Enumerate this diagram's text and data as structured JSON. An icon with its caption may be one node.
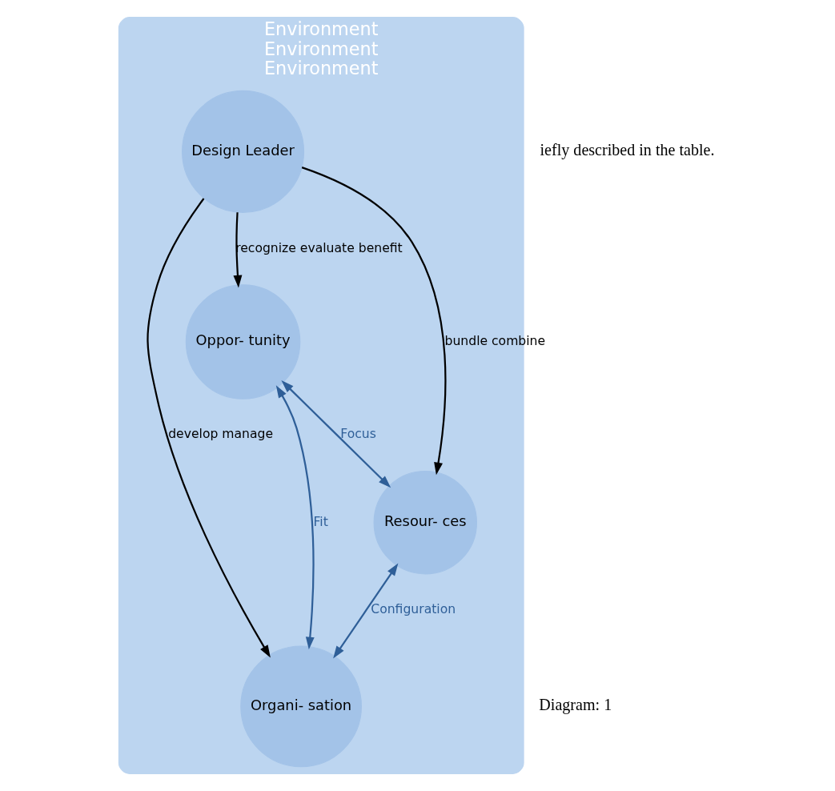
{
  "diagram": {
    "nodes": [
      {
        "text": [
          "Environment",
          "Environment",
          "Environment"
        ]
      },
      {
        "text": [
          "Oppor- tunity"
        ],
        "in": 0
      },
      {
        "text": [
          "Design Leader"
        ],
        "in": 0
      },
      {
        "text": [
          "Resour- ces"
        ],
        "in": 0
      },
      {
        "text": [
          "Organi- sation"
        ],
        "in": 0
      }
    ],
    "edges": [
      {
        "from": 2,
        "to": 1,
        "arrow": "to",
        "label": "recognize evaluate benefit"
      },
      {
        "from": 1,
        "to": 3,
        "arrow": "both",
        "label": "Focus",
        "color": "#2f5f98"
      },
      {
        "from": 1,
        "to": 4,
        "arrow": "both",
        "label": "Fit",
        "color": "#2f5f98"
      },
      {
        "from": 2,
        "to": 3,
        "arrow": "to",
        "label": "bundle combine"
      },
      {
        "from": 2,
        "to": 4,
        "arrow": "to",
        "label": "develop manage"
      },
      {
        "from": 3,
        "to": 4,
        "arrow": "both",
        "label": "Configuration",
        "color": "#2f5f98"
      }
    ],
    "labels": [
      "iefly described in the table.",
      "Diagram: 1"
    ]
  }
}
